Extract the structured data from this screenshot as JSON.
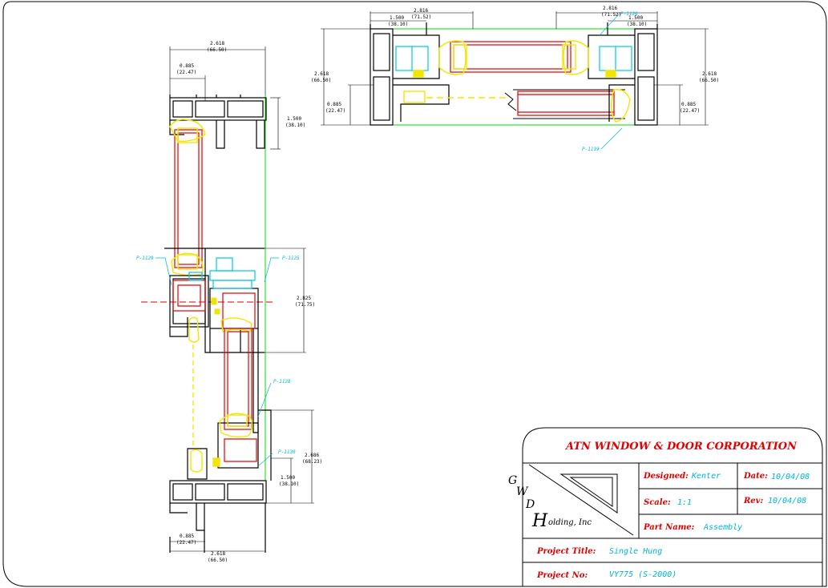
{
  "colors": {
    "frame": "#000000",
    "glass": "#e00000",
    "seal": "#f2e600",
    "nylon": "#00c8e0",
    "guide": "#00dd00",
    "text_red": "#e00000",
    "text_cyan": "#00b4d8"
  },
  "dimensions": {
    "v_top_width": "2.618",
    "v_top_width_mm": "(66.50)",
    "v_top_offset": "0.885",
    "v_top_offset_mm": "(22.47)",
    "v_top_depth": "1.500",
    "v_top_depth_mm": "(38.10)",
    "v_meeting": "2.825",
    "v_meeting_mm": "(71.75)",
    "v_bottom_height": "2.686",
    "v_bottom_height_mm": "(68.23)",
    "v_bottom_depth": "1.500",
    "v_bottom_depth_mm": "(38.10)",
    "v_bottom_offset": "0.885",
    "v_bottom_offset_mm": "(22.47)",
    "v_bottom_width": "2.618",
    "v_bottom_width_mm": "(66.50)",
    "h_left_overall": "2.816",
    "h_left_overall_mm": "(71.52)",
    "h_left_inner": "1.500",
    "h_left_inner_mm": "(38.10)",
    "h_right_overall": "2.816",
    "h_right_overall_mm": "(71.52)",
    "h_right_inner": "1.500",
    "h_right_inner_mm": "(38.10)",
    "h_left_height": "2.618",
    "h_left_height_mm": "(66.50)",
    "h_left_offset": "0.885",
    "h_left_offset_mm": "(22.47)",
    "h_right_height": "2.618",
    "h_right_height_mm": "(66.50)",
    "h_right_offset": "0.885",
    "h_right_offset_mm": "(22.47)"
  },
  "parts": {
    "p1": "P-1129",
    "p2": "P-1125",
    "p3": "P-1128",
    "p4": "P-1130",
    "p5": "P-1119",
    "p6": "P-1126"
  },
  "title_block": {
    "company": "ATN WINDOW & DOOR CORPORATION",
    "logo_g": "G",
    "logo_w": "W",
    "logo_d": "D",
    "logo_h": "H",
    "logo_rest": "olding, Inc",
    "designed_label": "Designed:",
    "designed_value": "Kenter",
    "date_label": "Date:",
    "date_value": "10/04/08",
    "scale_label": "Scale:",
    "scale_value": "1:1",
    "rev_label": "Rev:",
    "rev_value": "10/04/08",
    "part_label": "Part Name:",
    "part_value": "Assembly",
    "project_title_label": "Project Title:",
    "project_title_value": "Single Hung",
    "project_no_label": "Project No:",
    "project_no_value": "VY775 (S-2000)"
  }
}
